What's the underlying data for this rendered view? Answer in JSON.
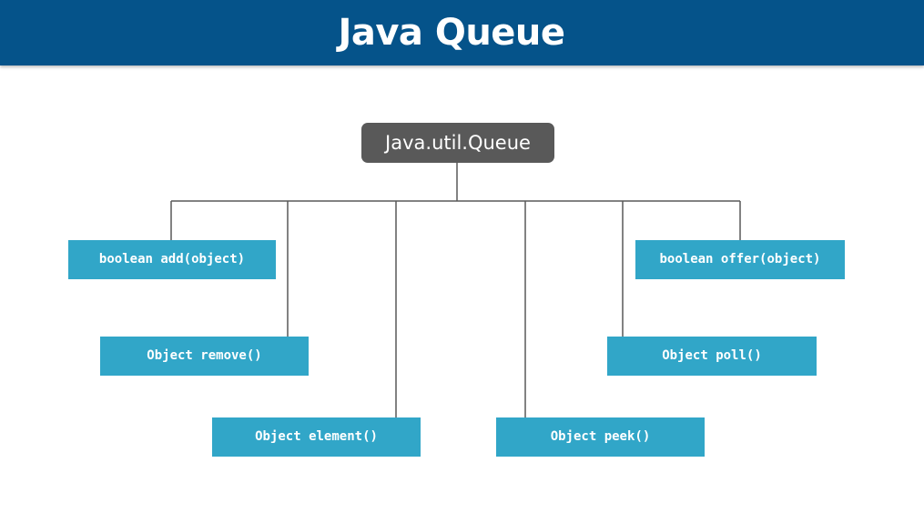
{
  "header": {
    "title": "Java Queue"
  },
  "diagram": {
    "root": {
      "label": "Java.util.Queue"
    },
    "methods": [
      {
        "id": "add",
        "label": "boolean add(object)"
      },
      {
        "id": "offer",
        "label": "boolean offer(object)"
      },
      {
        "id": "remove",
        "label": "Object remove()"
      },
      {
        "id": "poll",
        "label": "Object poll()"
      },
      {
        "id": "element",
        "label": "Object element()"
      },
      {
        "id": "peek",
        "label": "Object peek()"
      }
    ]
  },
  "colors": {
    "header_background": "#05538a",
    "root_node_fill": "#595959",
    "method_node_fill": "#31a6c8",
    "connector_line": "#595959"
  }
}
